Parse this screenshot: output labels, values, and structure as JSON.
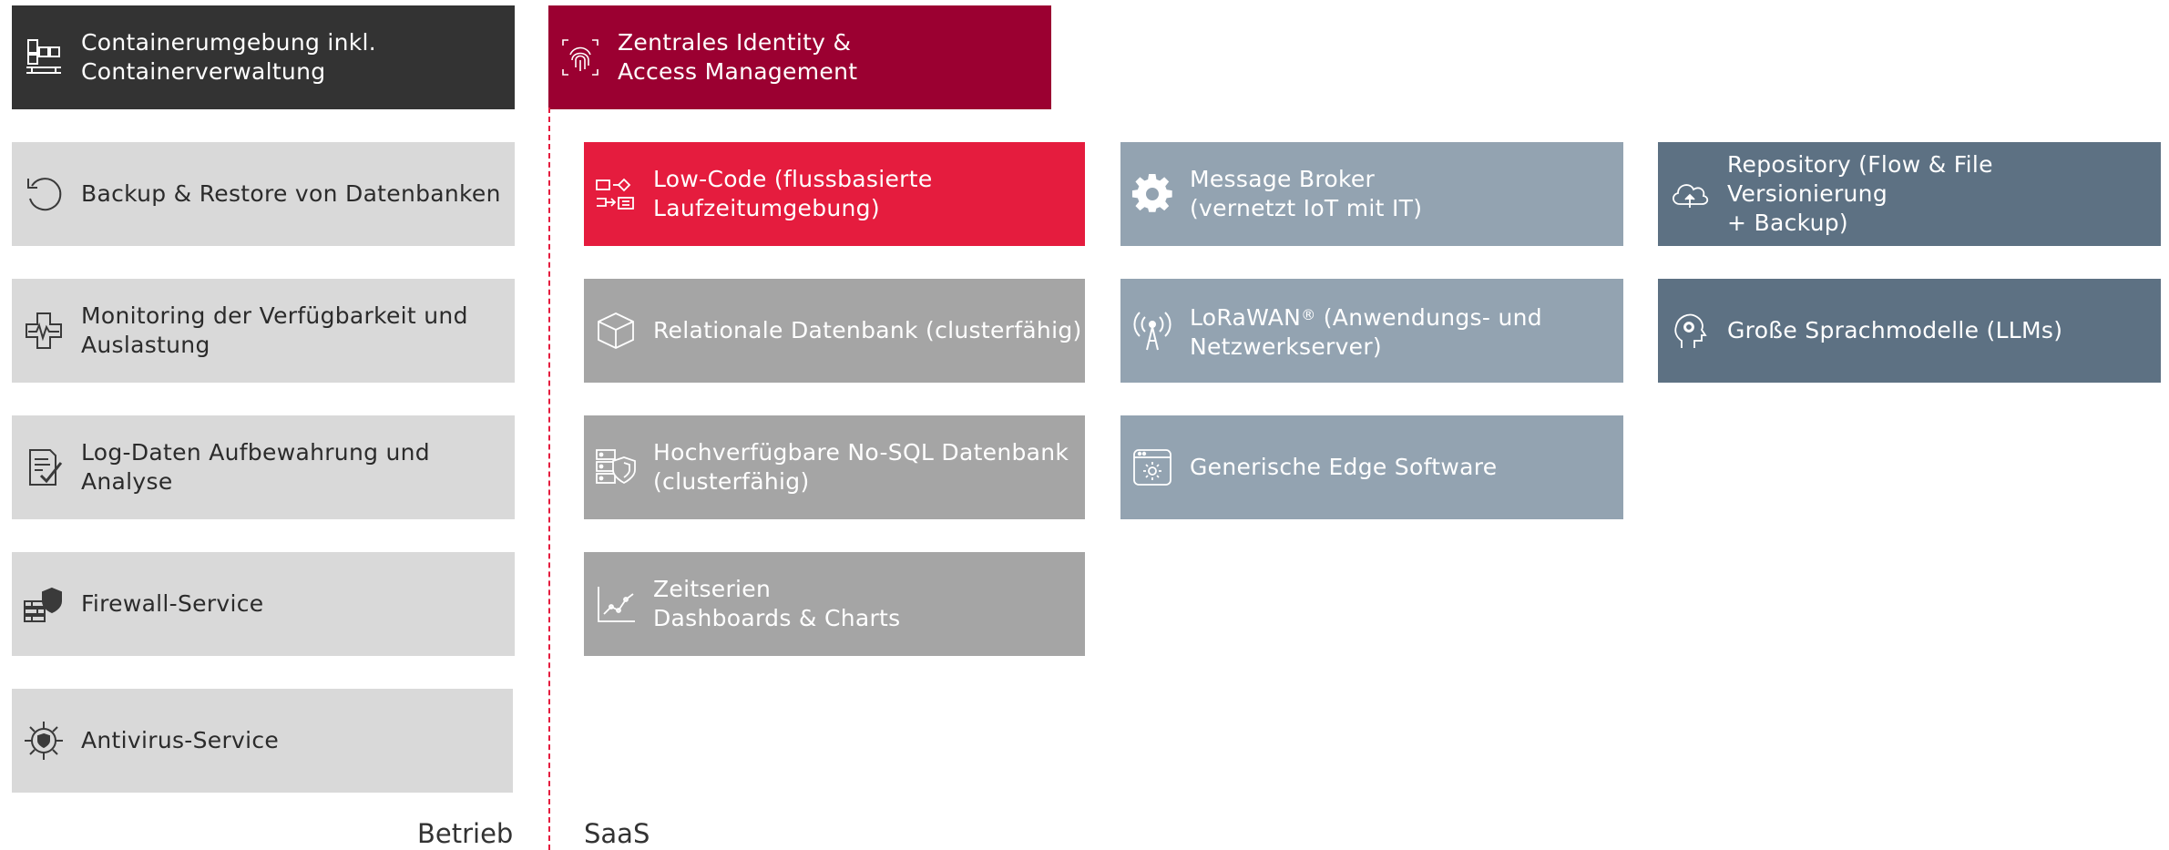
{
  "header": {
    "container": {
      "line1": "Containerumgebung inkl.",
      "line2": "Containerverwaltung"
    },
    "iam": {
      "line1": "Zentrales Identity &",
      "line2": "Access Management"
    }
  },
  "betrieb": {
    "label": "Betrieb",
    "items": [
      {
        "line1": "Backup & Restore von Datenbanken",
        "line2": "",
        "icon": "backup-restore-icon"
      },
      {
        "line1": "Monitoring der Verfügbarkeit und",
        "line2": "Auslastung",
        "icon": "monitoring-icon"
      },
      {
        "line1": "Log-Daten Aufbewahrung und Analyse",
        "line2": "",
        "icon": "log-document-icon"
      },
      {
        "line1": "Firewall-Service",
        "line2": "",
        "icon": "firewall-shield-icon"
      },
      {
        "line1": "Antivirus-Service",
        "line2": "",
        "icon": "antivirus-icon"
      }
    ]
  },
  "saas": {
    "label": "SaaS",
    "col1": [
      {
        "line1": "Low-Code (flussbasierte",
        "line2": "Laufzeitumgebung)",
        "icon": "flow-icon"
      },
      {
        "line1": "Relationale Datenbank (clusterfähig)",
        "line2": "",
        "icon": "cube-icon"
      },
      {
        "line1": "Hochverfügbare No-SQL Datenbank",
        "line2": "(clusterfähig)",
        "icon": "database-shield-icon"
      },
      {
        "line1": "Zeitserien",
        "line2": "Dashboards & Charts",
        "icon": "timeseries-chart-icon"
      }
    ],
    "col2": [
      {
        "line1": "Message Broker",
        "line2": "(vernetzt IoT mit IT)",
        "icon": "gear-icon"
      },
      {
        "line1": "LoRaWAN",
        "sup": "®",
        "line1b": " (Anwendungs- und",
        "line2": "Netzwerkserver)",
        "icon": "antenna-icon"
      },
      {
        "line1": "Generische Edge Software",
        "line2": "",
        "icon": "edge-window-icon"
      }
    ],
    "col3": [
      {
        "line1": "Repository (Flow & File Versionierung",
        "line2": "+ Backup)",
        "icon": "cloud-upload-icon"
      },
      {
        "line1": "Große Sprachmodelle (LLMs)",
        "line2": "",
        "icon": "ai-head-icon"
      }
    ]
  }
}
